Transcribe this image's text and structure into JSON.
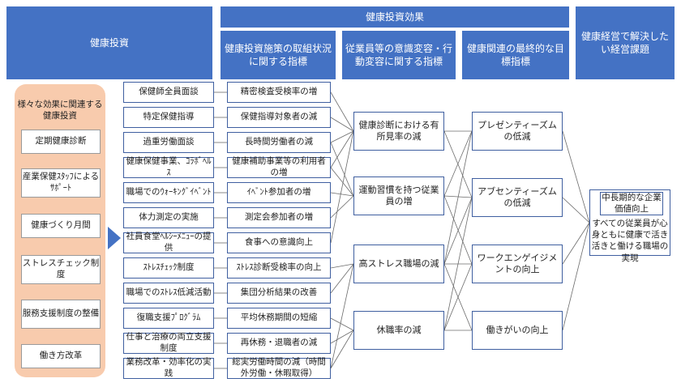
{
  "headers": {
    "kenko_toshi": "健康投資",
    "kenko_toshi_koka": "健康投資効果",
    "shisaku_shihyo": "健康投資施策の取組状況に関する指標",
    "ishiki_shihyo": "従業員等の意識変容・行動変容に関する指標",
    "mokuhyo_shihyo": "健康関連の最終的な目標指標",
    "keiei_kadai": "健康経営で解決したい経営課題"
  },
  "left_panel": {
    "title": "様々な効果に関連する健康投資",
    "items": [
      "定期健康診断",
      "産業保健ｽﾀｯﾌによるｻﾎﾟｰﾄ",
      "健康づくり月間",
      "ストレスチェック制度",
      "服務支援制度の整備",
      "働き方改革"
    ]
  },
  "measures": [
    "保健師全員面談",
    "特定保健指導",
    "過重労働面談",
    "健康保健事業、ｺﾗﾎﾞﾍﾙｽ",
    "職場でのｳｫｰｷﾝｸﾞｲﾍﾞﾝﾄ",
    "体力測定の実施",
    "社員食堂ﾍﾙｼｰﾒﾆｭｰの提供",
    "ｽﾄﾚｽﾁｪｯｸ制度",
    "職場でのｽﾄﾚｽ低減活動",
    "復職支援ﾌﾟﾛｸﾞﾗﾑ",
    "仕事と治療の両立支援制度",
    "業務改革・効率化の実践"
  ],
  "measure_indicators": [
    "精密検査受検率の増",
    "保健指導対象者の減",
    "長時間労働者の減",
    "健康補助事業等の利用者の増",
    "ｲﾍﾞﾝﾄ参加者の増",
    "測定会参加者の増",
    "食事への意識向上",
    "ｽﾄﾚｽ診断受検率の向上",
    "集団分析結果の改善",
    "平均休務期間の短縮",
    "再休務・退職者の減",
    "総実労働時間の減（時間外労働・休暇取得）"
  ],
  "behavior_indicators": [
    "健康診断における有所見率の減",
    "運動習慣を持つ従業員の増",
    "高ストレス職場の減",
    "休職率の減"
  ],
  "final_indicators": [
    "プレゼンティーズムの低減",
    "アブセンティーズムの低減",
    "ワークエンゲイジメントの向上",
    "働きがいの向上"
  ],
  "management_goal": {
    "title": "中長期的な企業価値向上",
    "body": "すべての従業員が心身ともに健康で活き活きと働ける職場の実現"
  },
  "colors": {
    "header_blue": "#4472c4",
    "panel_peach": "#f8cbad",
    "border": "#3f5fa0"
  }
}
